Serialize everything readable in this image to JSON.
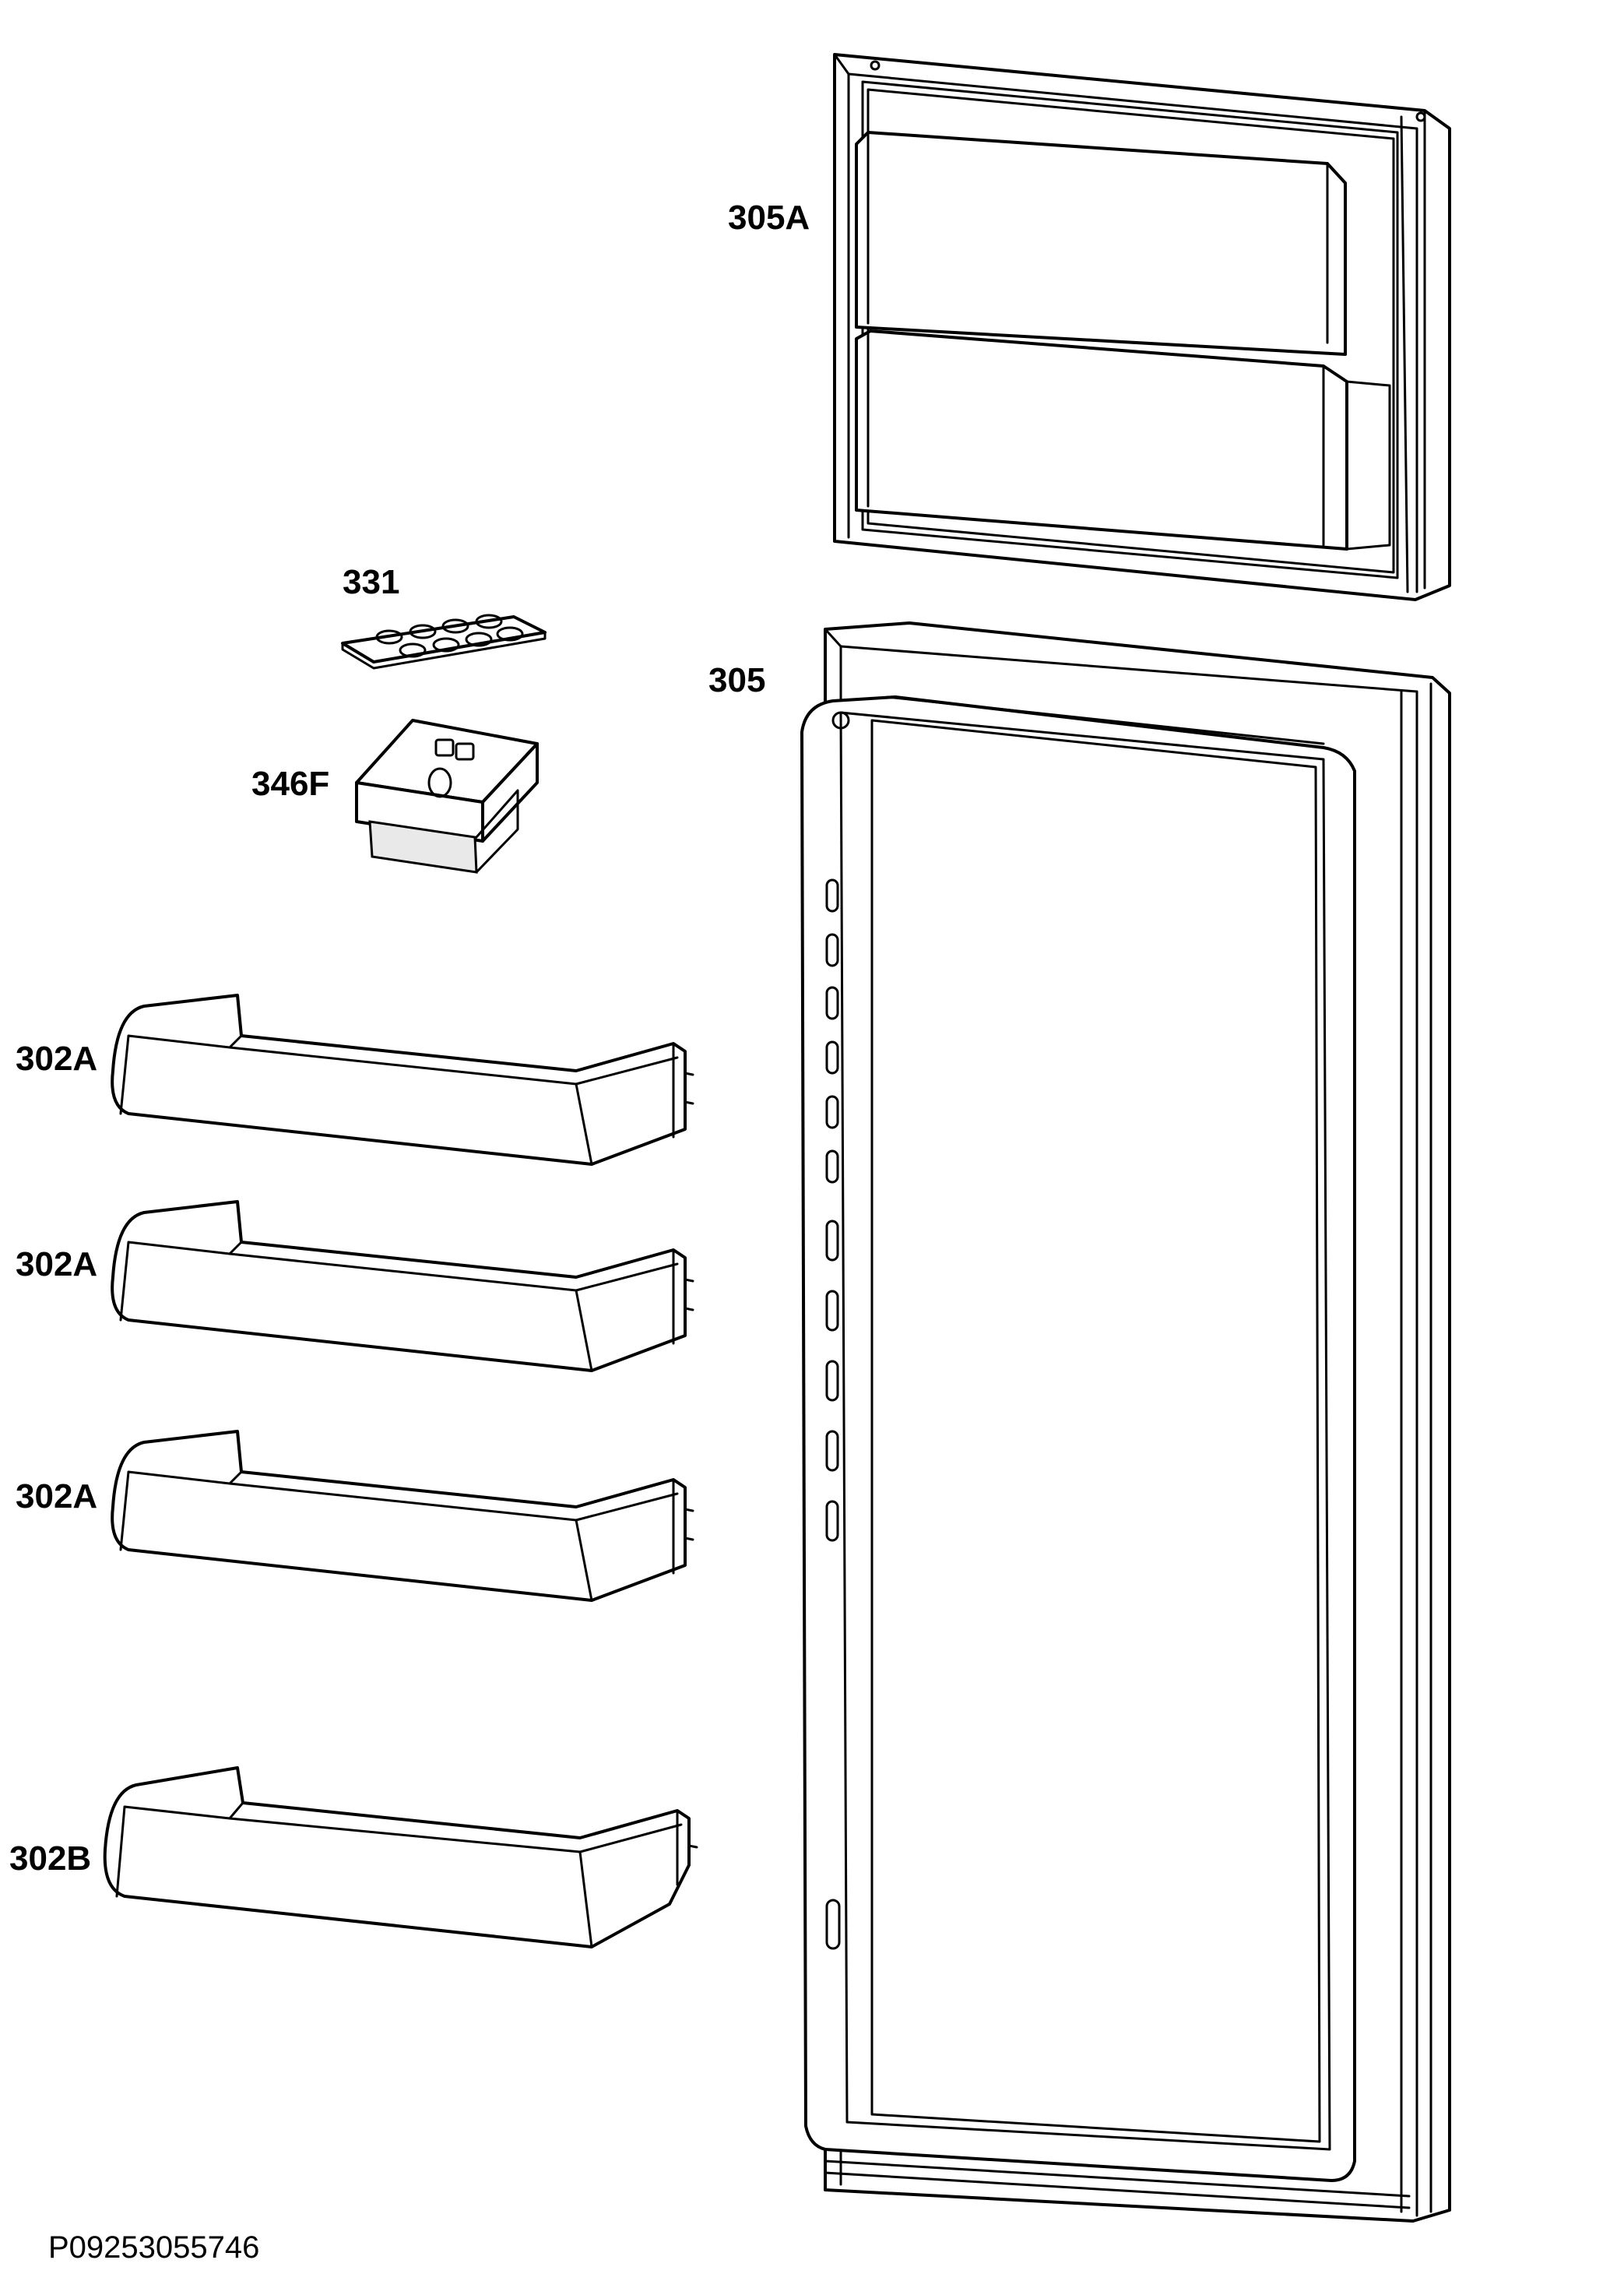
{
  "parts": [
    {
      "id": "door-freezer",
      "label": "305A"
    },
    {
      "id": "egg-tray",
      "label": "331"
    },
    {
      "id": "door-fridge",
      "label": "305"
    },
    {
      "id": "butter-box",
      "label": "346F"
    },
    {
      "id": "shelf-1",
      "label": "302A"
    },
    {
      "id": "shelf-2",
      "label": "302A"
    },
    {
      "id": "shelf-3",
      "label": "302A"
    },
    {
      "id": "shelf-bottle",
      "label": "302B"
    }
  ],
  "document_id": "P09253055746"
}
